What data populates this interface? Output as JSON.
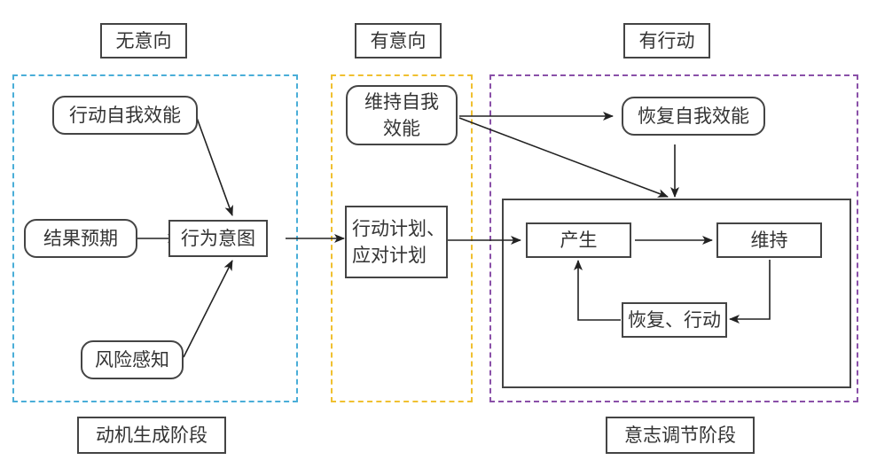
{
  "phase_labels": {
    "no_intention": "无意向",
    "has_intention": "有意向",
    "has_action": "有行动"
  },
  "stage_labels": {
    "motivation": "动机生成阶段",
    "volition": "意志调节阶段"
  },
  "nodes": {
    "action_self_efficacy": "行动自我效能",
    "outcome_expectancy": "结果预期",
    "behavior_intention": "行为意图",
    "risk_perception": "风险感知",
    "maintain_self_efficacy_line1": "维持自我",
    "maintain_self_efficacy_line2": "效能",
    "planning_line1": "行动计划、",
    "planning_line2": "应对计划",
    "recovery_self_efficacy": "恢复自我效能",
    "initiation": "产生",
    "maintenance": "维持",
    "recovery_action": "恢复、行动"
  },
  "colors": {
    "motivation_border": "#4aaed8",
    "intention_border": "#f0c030",
    "volition_border": "#8a50a8",
    "line": "#222222"
  }
}
